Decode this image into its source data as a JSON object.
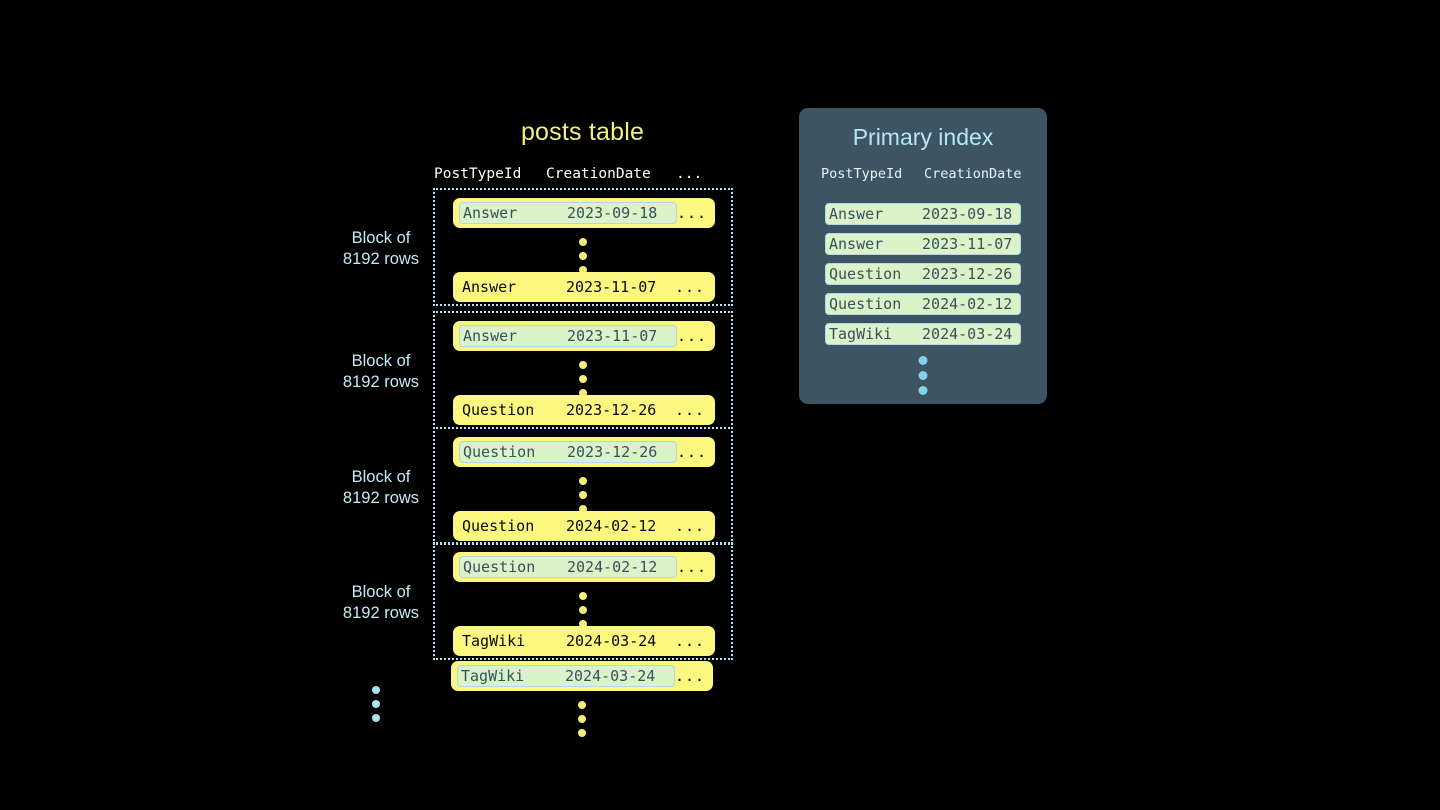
{
  "posts_table": {
    "title": "posts table",
    "columns": [
      "PostTypeId",
      "CreationDate",
      "..."
    ],
    "row_trailing": "...",
    "blocks": [
      {
        "label_line1": "Block of",
        "label_line2": "8192 rows",
        "first_row": {
          "type": "Answer",
          "date": "2023-09-18",
          "highlighted": true
        },
        "last_row": {
          "type": "Answer",
          "date": "2023-11-07",
          "highlighted": false
        }
      },
      {
        "label_line1": "Block of",
        "label_line2": "8192 rows",
        "first_row": {
          "type": "Answer",
          "date": "2023-11-07",
          "highlighted": true
        },
        "last_row": {
          "type": "Question",
          "date": "2023-12-26",
          "highlighted": false
        }
      },
      {
        "label_line1": "Block of",
        "label_line2": "8192 rows",
        "first_row": {
          "type": "Question",
          "date": "2023-12-26",
          "highlighted": true
        },
        "last_row": {
          "type": "Question",
          "date": "2024-02-12",
          "highlighted": false
        }
      },
      {
        "label_line1": "Block of",
        "label_line2": "8192 rows",
        "first_row": {
          "type": "Question",
          "date": "2024-02-12",
          "highlighted": true
        },
        "last_row": {
          "type": "TagWiki",
          "date": "2024-03-24",
          "highlighted": false
        }
      }
    ],
    "trailing_row": {
      "type": "TagWiki",
      "date": "2024-03-24",
      "highlighted": true
    }
  },
  "primary_index": {
    "title": "Primary index",
    "columns": [
      "PostTypeId",
      "CreationDate"
    ],
    "rows": [
      {
        "type": "Answer",
        "date": "2023-09-18"
      },
      {
        "type": "Answer",
        "date": "2023-11-07"
      },
      {
        "type": "Question",
        "date": "2023-12-26"
      },
      {
        "type": "Question",
        "date": "2024-02-12"
      },
      {
        "type": "TagWiki",
        "date": "2024-03-24"
      }
    ]
  },
  "colors": {
    "background": "#000000",
    "row_yellow": "#fbf77f",
    "highlight_green": "#dcf2c8",
    "accent_blue": "#a9e4f0",
    "panel_slate": "#3d5462",
    "title_yellow": "#f2f27a"
  }
}
